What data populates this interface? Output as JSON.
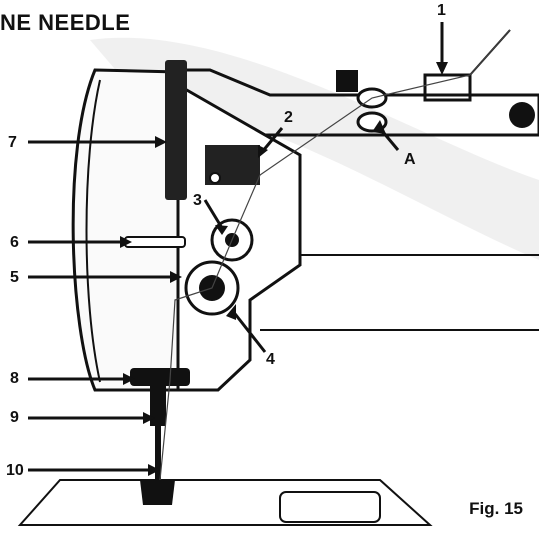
{
  "title": "NE NEEDLE",
  "figure_label": "Fig. 15",
  "callouts": {
    "c1": "1",
    "c2": "2",
    "c3": "3",
    "c4": "4",
    "c5": "5",
    "c6": "6",
    "c7": "7",
    "c8": "8",
    "c9": "9",
    "c10": "10",
    "cA": "A"
  }
}
